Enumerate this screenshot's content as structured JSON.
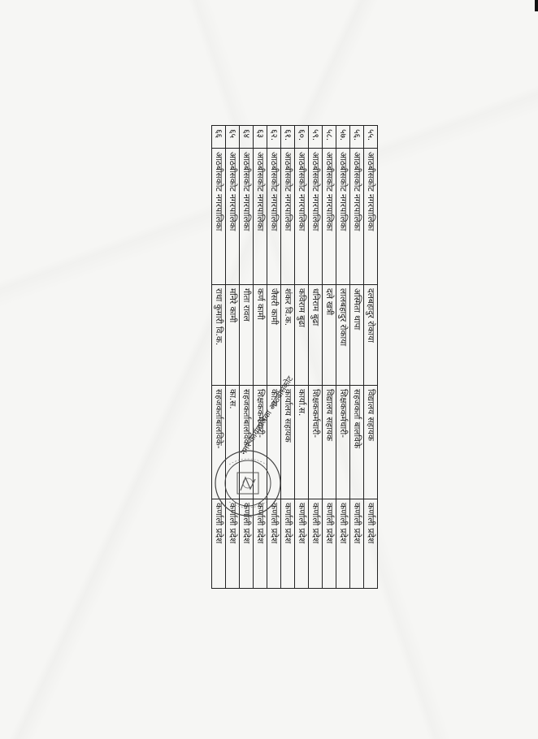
{
  "table": {
    "rows": [
      {
        "sn": "५५.",
        "municipality": "आठबीसकोट नगरपालिका",
        "name": "दलबहादुर रोकाया",
        "post": "विद्यालय सहायक",
        "province": "कर्णाली प्रदेश"
      },
      {
        "sn": "५६.",
        "municipality": "आठबीसकोट नगरपालिका",
        "name": "अस्मिता थापा",
        "post": "सहजकर्ता बालविके",
        "province": "कर्णाली प्रदेश"
      },
      {
        "sn": "५७.",
        "municipality": "आठबीसकोट नगरपालिका",
        "name": "लालबहादुर रोकाया",
        "post": "शिक्षककर्मचारी-",
        "province": "कर्णाली प्रदेश"
      },
      {
        "sn": "५८.",
        "municipality": "आठबीसकोट नगरपालिका",
        "name": "दले खत्री",
        "post": "विद्यालय सहायक",
        "province": "कर्णाली प्रदेश"
      },
      {
        "sn": "५९.",
        "municipality": "आठबीसकोट नगरपालिका",
        "name": "धनिराम बुढा",
        "post": "शिक्षककर्मचारी-",
        "province": "कर्णाली प्रदेश"
      },
      {
        "sn": "६०.",
        "municipality": "आठबीसकोट नगरपालिका",
        "name": "कविराम बुढा",
        "post": "कार्या.स.",
        "province": "कर्णाली प्रदेश"
      },
      {
        "sn": "६१.",
        "municipality": "आठबीसकोट नगरपालिका",
        "name": "शंकर वि.क.",
        "post": "कार्यालय सहायक",
        "province": "कर्णाली प्रदेश"
      },
      {
        "sn": "६२.",
        "municipality": "आठबीसकोट नगरपालिका",
        "name": "जैसरी कामी",
        "post": "का.स.",
        "province": "कर्णाली प्रदेश"
      },
      {
        "sn": "६३",
        "municipality": "आठबीसकोट नगरपालिका",
        "name": "कर्ण कामी",
        "post": "शिक्षककर्मचारी-",
        "province": "कर्णाली प्रदेश"
      },
      {
        "sn": "६४",
        "municipality": "आठबीसकोट नगरपालिका",
        "name": "गीता रावल",
        "post": "सहजकर्ताबालविके-",
        "province": "कर्णाली प्रदेश"
      },
      {
        "sn": "६५",
        "municipality": "आठबीसकोट नगरपालिका",
        "name": "मनिरे कामी",
        "post": "का.स.",
        "province": "कर्णाली प्रदेश"
      },
      {
        "sn": "६६",
        "municipality": "आठबीसकोट नगरपालिका",
        "name": "राधा कुमारी वि.क.",
        "post": "सहजकर्ताबालविके-",
        "province": "कर्णाली प्रदेश"
      }
    ]
  },
  "seal": {
    "text": "नगर कार्यपालिका आठबीसकोट"
  }
}
